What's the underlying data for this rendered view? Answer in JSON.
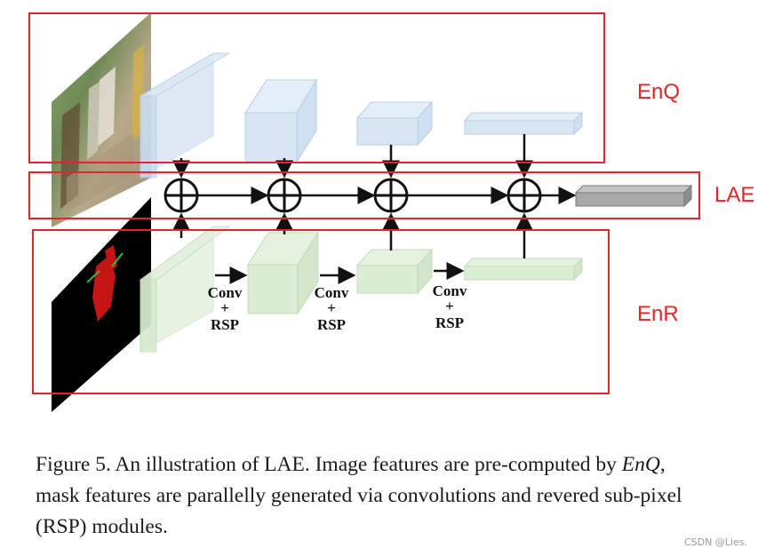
{
  "regions": {
    "enq_label": "EnQ",
    "lae_label": "LAE",
    "enr_label": "EnR"
  },
  "operations": [
    {
      "line1": "Conv",
      "line2": "+",
      "line3": "RSP"
    },
    {
      "line1": "Conv",
      "line2": "+",
      "line3": "RSP"
    },
    {
      "line1": "Conv",
      "line2": "+",
      "line3": "RSP"
    }
  ],
  "caption": {
    "part1": "Figure 5. An illustration of LAE. Image features are pre-computed by ",
    "emph": "EnQ",
    "part2": ", mask features are parallelly generated via convolutions and revered sub-pixel (RSP) modules."
  },
  "watermark": "CSDN @Lies.",
  "colors": {
    "region_box": "#e0262a",
    "query_feature": "#c9dcf0",
    "mask_feature": "#d6ead0",
    "output_feature": "#a8a8a8",
    "arrow": "#111111"
  }
}
